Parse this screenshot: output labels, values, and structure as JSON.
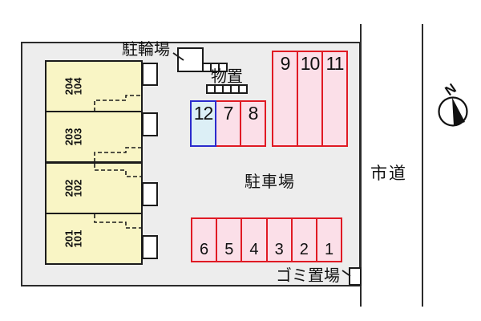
{
  "labels": {
    "bicycle_parking": "駐輪場",
    "storage": "物置",
    "parking_lot": "駐車場",
    "garbage_area": "ゴミ置場",
    "city_road": "市道",
    "north": "N"
  },
  "building": {
    "units": [
      {
        "upper": "204",
        "lower": "104"
      },
      {
        "upper": "203",
        "lower": "103"
      },
      {
        "upper": "202",
        "lower": "102"
      },
      {
        "upper": "201",
        "lower": "101"
      }
    ]
  },
  "parking": {
    "rows": [
      {
        "position": "top",
        "number_pos": "num-top",
        "spaces": [
          {
            "num": "9"
          },
          {
            "num": "10"
          },
          {
            "num": "11"
          }
        ]
      },
      {
        "position": "middle",
        "number_pos": "num-top",
        "spaces": [
          {
            "num": "12",
            "highlight": true
          },
          {
            "num": "7"
          },
          {
            "num": "8"
          }
        ]
      },
      {
        "position": "bottom",
        "number_pos": "num-bottom",
        "spaces": [
          {
            "num": "6"
          },
          {
            "num": "5"
          },
          {
            "num": "4"
          },
          {
            "num": "3"
          },
          {
            "num": "2"
          },
          {
            "num": "1"
          }
        ]
      }
    ],
    "highlighted_space": "12"
  },
  "storage_shed_cells": 5,
  "bike_rack_cells": 3,
  "colors": {
    "site_background": "#EDEDED",
    "building_fill": "#F9F5C5",
    "stall_pink_fill": "#FBDFE8",
    "stall_red_border": "#E01A24",
    "stall_blue_fill": "#DCEFF6",
    "stall_blue_border": "#2B2BCD",
    "line": "#1B1B1B"
  }
}
